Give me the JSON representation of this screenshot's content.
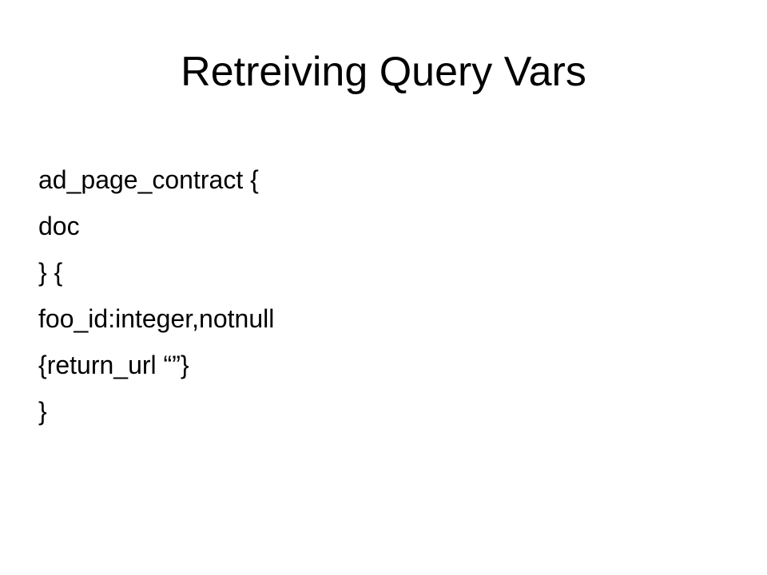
{
  "slide": {
    "title": "Retreiving Query Vars",
    "lines": [
      "ad_page_contract {",
      "doc",
      "} {",
      "foo_id:integer,notnull",
      "{return_url “”}",
      "}"
    ]
  }
}
